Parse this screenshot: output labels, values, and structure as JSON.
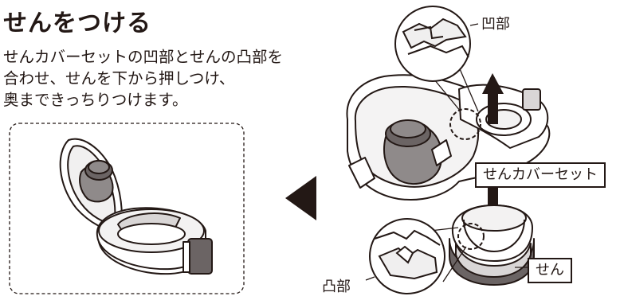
{
  "title": "せんをつける",
  "instructions": [
    "せんカバーセットの凹部とせんの凸部を",
    "合わせ、せんを下から押しつけ、",
    "奥まできっちりつけます。"
  ],
  "labels": {
    "concave": "凹部",
    "convex": "凸部",
    "cover_set": "せんカバーセット",
    "plug": "せん"
  },
  "colors": {
    "ink": "#231815",
    "gray_dark": "#6b6464",
    "gray_mid": "#8f8a8a",
    "gray_light": "#d9d6d6"
  }
}
